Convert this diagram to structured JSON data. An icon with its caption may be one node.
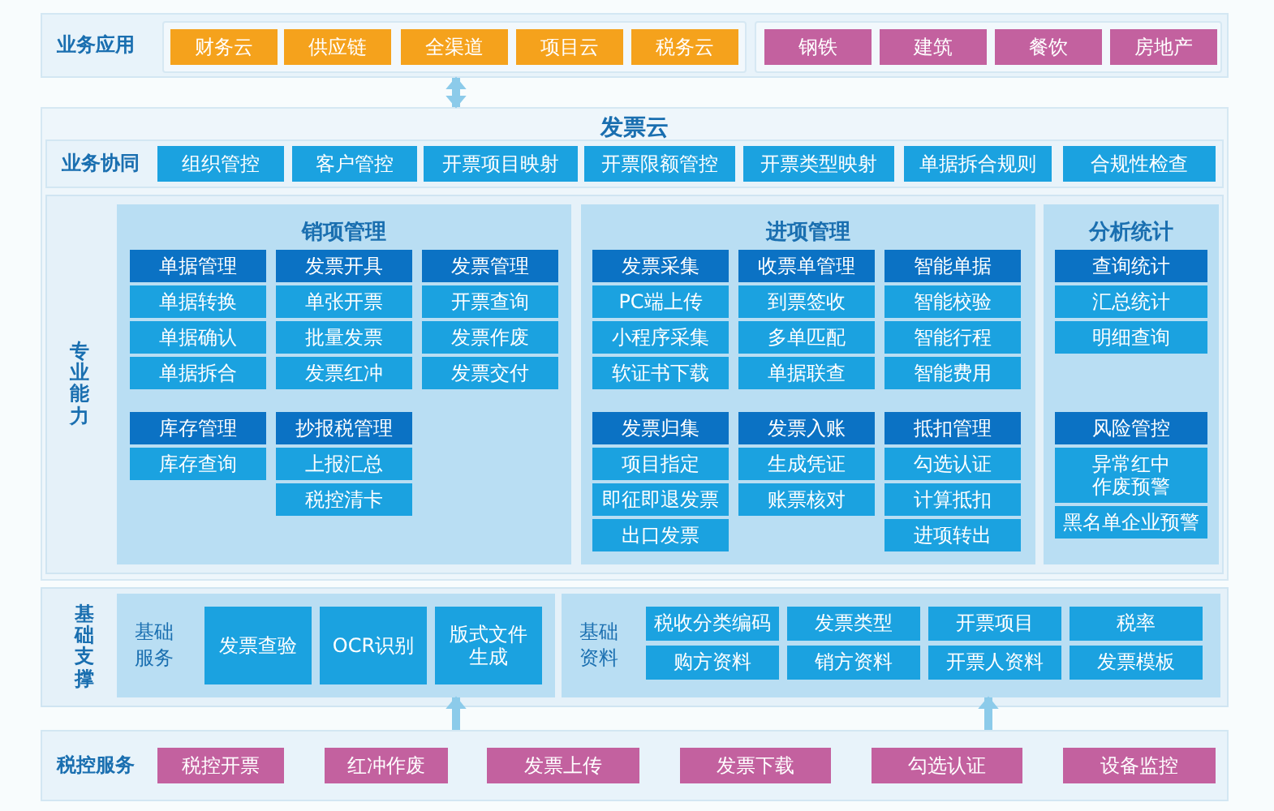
{
  "diagram": {
    "nodes": [
      {
        "text": [
          "业务应用"
        ]
      },
      {
        "text": [],
        "shape": "box",
        "in": 0
      },
      {
        "text": [
          "财务云"
        ],
        "in": 1
      },
      {
        "text": [
          "供应链"
        ],
        "in": 1
      },
      {
        "text": [
          "全渠道"
        ],
        "in": 1
      },
      {
        "text": [
          "项目云"
        ],
        "in": 1
      },
      {
        "text": [
          "税务云"
        ],
        "in": 1
      },
      {
        "text": [],
        "shape": "box",
        "in": 0
      },
      {
        "text": [
          "钢铁"
        ],
        "in": 7
      },
      {
        "text": [
          "建筑"
        ],
        "in": 7
      },
      {
        "text": [
          "餐饮"
        ],
        "in": 7
      },
      {
        "text": [
          "房地产"
        ],
        "in": 7
      },
      {
        "text": [
          "发票云"
        ]
      },
      {
        "text": [
          "业务协同"
        ],
        "in": 12
      },
      {
        "text": [
          "组织管控"
        ],
        "in": 13
      },
      {
        "text": [
          "客户管控"
        ],
        "in": 13
      },
      {
        "text": [
          "开票项目映射"
        ],
        "in": 13
      },
      {
        "text": [
          "开票限额管控"
        ],
        "in": 13
      },
      {
        "text": [
          "开票类型映射"
        ],
        "in": 13
      },
      {
        "text": [
          "单据拆合规则"
        ],
        "in": 13
      },
      {
        "text": [
          "合规性检查"
        ],
        "in": 13
      },
      {
        "text": [
          "专业能力"
        ],
        "in": 12
      },
      {
        "text": [
          "销项管理"
        ],
        "in": 21
      },
      {
        "text": [
          "单据管理"
        ],
        "in": 22
      },
      {
        "text": [
          "单据转换"
        ],
        "in": 22
      },
      {
        "text": [
          "单据确认"
        ],
        "in": 22
      },
      {
        "text": [
          "单据拆合"
        ],
        "in": 22
      },
      {
        "text": [
          "发票开具"
        ],
        "in": 22
      },
      {
        "text": [
          "单张开票"
        ],
        "in": 22
      },
      {
        "text": [
          "批量发票"
        ],
        "in": 22
      },
      {
        "text": [
          "发票红冲"
        ],
        "in": 22
      },
      {
        "text": [
          "发票管理"
        ],
        "in": 22
      },
      {
        "text": [
          "开票查询"
        ],
        "in": 22
      },
      {
        "text": [
          "发票作废"
        ],
        "in": 22
      },
      {
        "text": [
          "发票交付"
        ],
        "in": 22
      },
      {
        "text": [
          "库存管理"
        ],
        "in": 22
      },
      {
        "text": [
          "库存查询"
        ],
        "in": 22
      },
      {
        "text": [
          "抄报税管理"
        ],
        "in": 22
      },
      {
        "text": [
          "上报汇总"
        ],
        "in": 22
      },
      {
        "text": [
          "税控清卡"
        ],
        "in": 22
      },
      {
        "text": [
          "进项管理"
        ],
        "in": 21
      },
      {
        "text": [
          "发票采集"
        ],
        "in": 40
      },
      {
        "text": [
          "PC端上传"
        ],
        "in": 40
      },
      {
        "text": [
          "小程序采集"
        ],
        "in": 40
      },
      {
        "text": [
          "软证书下载"
        ],
        "in": 40
      },
      {
        "text": [
          "收票单管理"
        ],
        "in": 40
      },
      {
        "text": [
          "到票签收"
        ],
        "in": 40
      },
      {
        "text": [
          "多单匹配"
        ],
        "in": 40
      },
      {
        "text": [
          "单据联查"
        ],
        "in": 40
      },
      {
        "text": [
          "智能单据"
        ],
        "in": 40
      },
      {
        "text": [
          "智能校验"
        ],
        "in": 40
      },
      {
        "text": [
          "智能行程"
        ],
        "in": 40
      },
      {
        "text": [
          "智能费用"
        ],
        "in": 40
      },
      {
        "text": [
          "发票归集"
        ],
        "in": 40
      },
      {
        "text": [
          "项目指定"
        ],
        "in": 40
      },
      {
        "text": [
          "即征即退发票"
        ],
        "in": 40
      },
      {
        "text": [
          "出口发票"
        ],
        "in": 40
      },
      {
        "text": [
          "发票入账"
        ],
        "in": 40
      },
      {
        "text": [
          "生成凭证"
        ],
        "in": 40
      },
      {
        "text": [
          "账票核对"
        ],
        "in": 40
      },
      {
        "text": [
          "抵扣管理"
        ],
        "in": 40
      },
      {
        "text": [
          "勾选认证"
        ],
        "in": 40
      },
      {
        "text": [
          "计算抵扣"
        ],
        "in": 40
      },
      {
        "text": [
          "进项转出"
        ],
        "in": 40
      },
      {
        "text": [
          "分析统计"
        ],
        "in": 21
      },
      {
        "text": [
          "查询统计"
        ],
        "in": 64
      },
      {
        "text": [
          "汇总统计"
        ],
        "in": 64
      },
      {
        "text": [
          "明细查询"
        ],
        "in": 64
      },
      {
        "text": [
          "风险管控"
        ],
        "in": 64
      },
      {
        "text": [
          "异常红中作废预警"
        ],
        "in": 64
      },
      {
        "text": [
          "黑名单企业预警"
        ],
        "in": 64
      },
      {
        "text": [
          "基础支撑"
        ]
      },
      {
        "text": [
          "基础服务"
        ],
        "in": 71
      },
      {
        "text": [
          "发票查验"
        ],
        "in": 72
      },
      {
        "text": [
          "OCR识别"
        ],
        "in": 72
      },
      {
        "text": [
          "版式文件生成"
        ],
        "in": 72
      },
      {
        "text": [
          "基础资料"
        ],
        "in": 71
      },
      {
        "text": [
          "税收分类编码"
        ],
        "in": 76
      },
      {
        "text": [
          "发票类型"
        ],
        "in": 76
      },
      {
        "text": [
          "开票项目"
        ],
        "in": 76
      },
      {
        "text": [
          "税率"
        ],
        "in": 76
      },
      {
        "text": [
          "购方资料"
        ],
        "in": 76
      },
      {
        "text": [
          "销方资料"
        ],
        "in": 76
      },
      {
        "text": [
          "开票人资料"
        ],
        "in": 76
      },
      {
        "text": [
          "发票模板"
        ],
        "in": 76
      },
      {
        "text": [
          "税控服务"
        ]
      },
      {
        "text": [
          "税控开票"
        ],
        "in": 85
      },
      {
        "text": [
          "红冲作废"
        ],
        "in": 85
      },
      {
        "text": [
          "发票上传"
        ],
        "in": 85
      },
      {
        "text": [
          "发票下载"
        ],
        "in": 85
      },
      {
        "text": [
          "勾选认证"
        ],
        "in": 85
      },
      {
        "text": [
          "设备监控"
        ],
        "in": 85
      }
    ],
    "edges": [
      {
        "from": 0,
        "to": 12,
        "arrow": "both"
      },
      {
        "from": 85,
        "to": 72,
        "arrow": "to"
      },
      {
        "from": 85,
        "to": 76,
        "arrow": "to"
      }
    ]
  }
}
